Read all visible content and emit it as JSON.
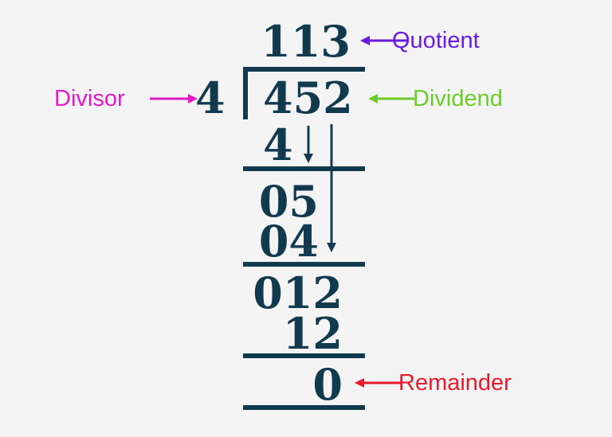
{
  "diagram": {
    "title": "Long division of 452 by 4",
    "background_color": "#f4f4f4",
    "numeral_color": "#123a4f"
  },
  "numbers": {
    "quotient": "113",
    "divisor": "4",
    "dividend": "452",
    "step1_product": "4",
    "step2_bringdown": "05",
    "step2_product": "04",
    "step3_bringdown": "012",
    "step3_product": "12",
    "remainder": "0"
  },
  "labels": {
    "quotient": {
      "text": "Quotient",
      "color": "#6a1be0"
    },
    "divisor": {
      "text": "Divisor",
      "color": "#e619c4"
    },
    "dividend": {
      "text": "Dividend",
      "color": "#6ccc2a"
    },
    "remainder": {
      "text": "Remainder",
      "color": "#e8192c"
    }
  },
  "icons": {
    "arrow_left_quotient": "arrow-left-icon",
    "arrow_right_divisor": "arrow-right-icon",
    "arrow_left_dividend": "arrow-left-icon",
    "arrow_left_remainder": "arrow-left-icon",
    "bring_down_short": "arrow-down-icon",
    "bring_down_long": "arrow-down-icon"
  }
}
